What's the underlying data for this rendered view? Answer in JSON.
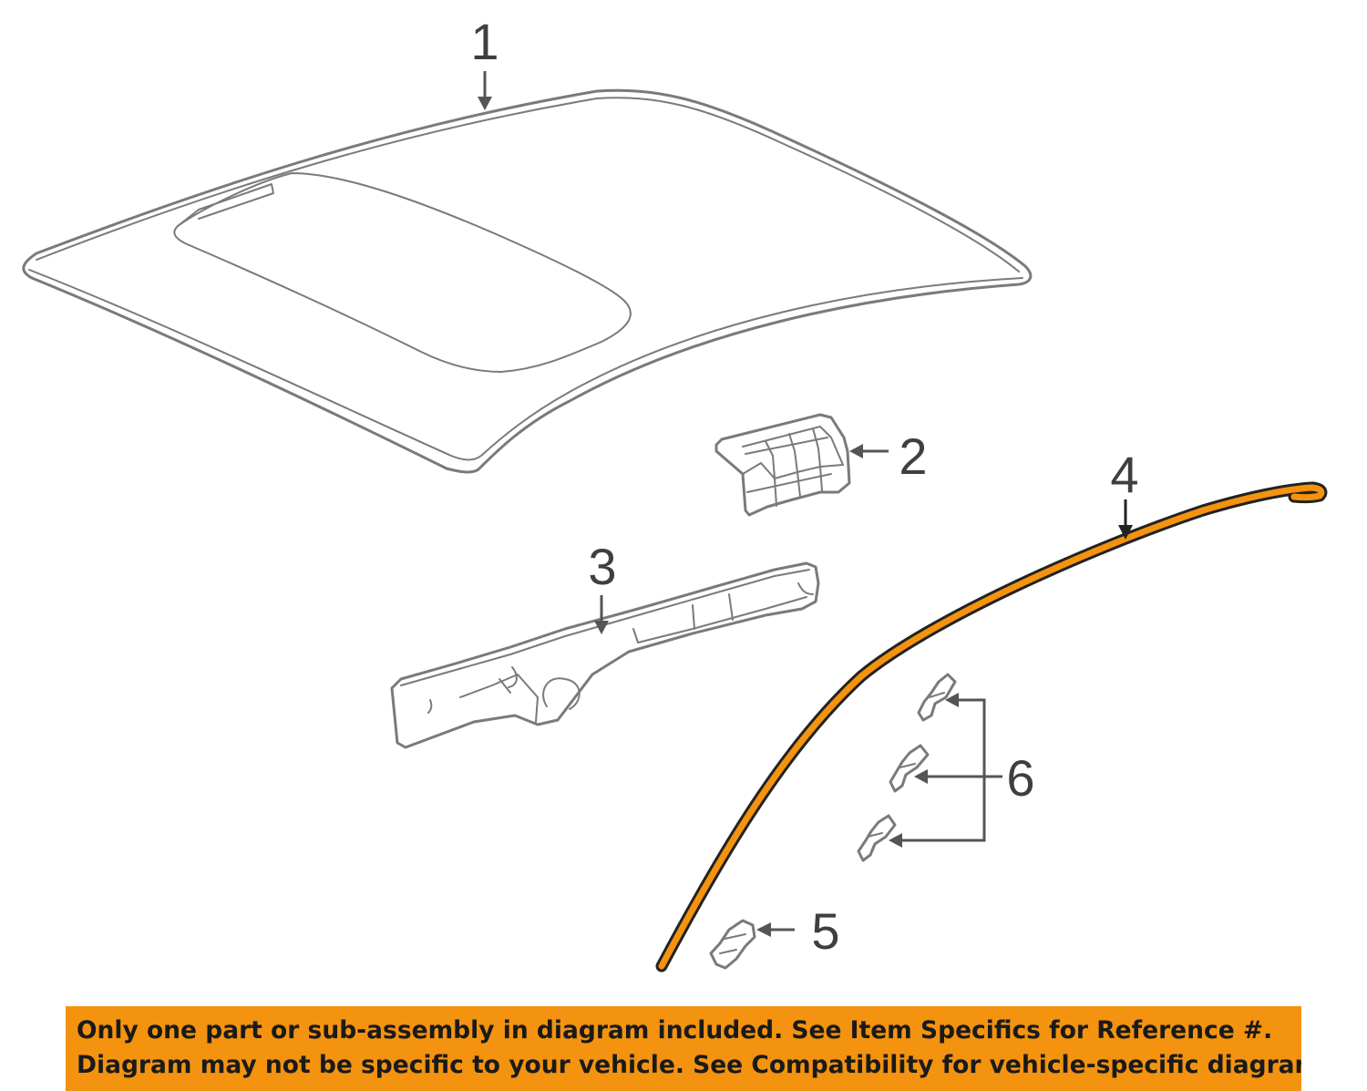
{
  "callouts": {
    "c1": "1",
    "c2": "2",
    "c3": "3",
    "c4": "4",
    "c5": "5",
    "c6": "6"
  },
  "colors": {
    "highlight_part": "#f4930f",
    "notice_background": "#f4930f",
    "line_art": "#7a7a7a"
  },
  "notice": {
    "line1": "Only one part or sub-assembly in diagram included. See Item Specifics for Reference #.",
    "line2": "Diagram may not be specific to your vehicle. See Compatibility for vehicle-specific diagrams."
  }
}
